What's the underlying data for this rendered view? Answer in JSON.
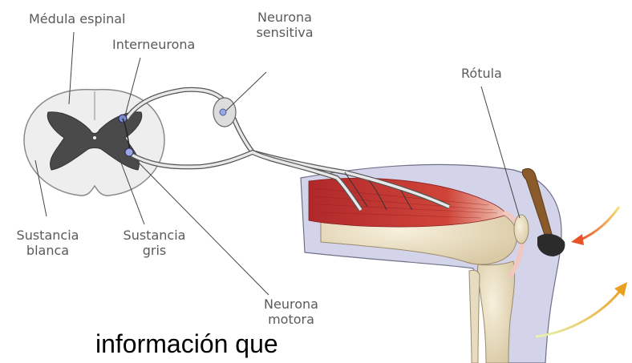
{
  "labels": {
    "medula_espinal": "Médula espinal",
    "interneurona": "Interneurona",
    "neurona_sensitiva_line1": "Neurona",
    "neurona_sensitiva_line2": "sensitiva",
    "rotula": "Rótula",
    "sustancia_blanca_line1": "Sustancia",
    "sustancia_blanca_line2": "blanca",
    "sustancia_gris_line1": "Sustancia",
    "sustancia_gris_line2": "gris",
    "neurona_motora_line1": "Neurona",
    "neurona_motora_line2": "motora"
  },
  "caption": "información que",
  "colors": {
    "white_matter": "#eeeeee",
    "gray_matter": "#4a4a4a",
    "leg_skin": "#d3d4ea",
    "muscle": "#c0392b",
    "bone": "#eadfc4",
    "hammer_handle": "#8a5a2b",
    "hammer_head": "#2b2b2b",
    "arrow_hit": "#e8542a",
    "arrow_kick": "#e8a020",
    "label_text": "#5a5a5a"
  }
}
